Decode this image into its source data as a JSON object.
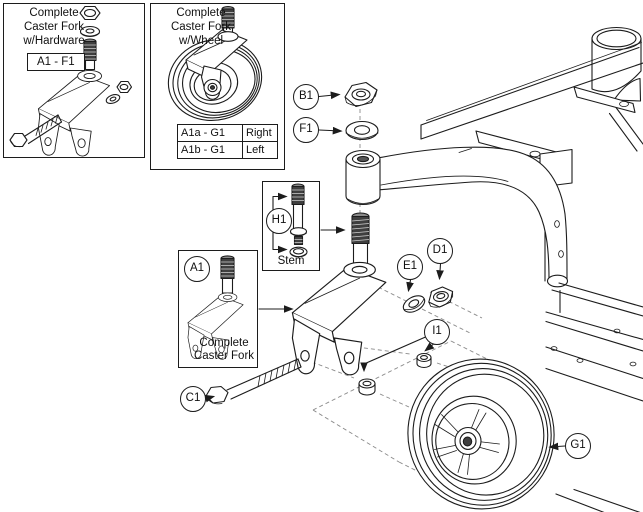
{
  "colors": {
    "background": "#ffffff",
    "line": "#1c1c1c",
    "thread_fill": "#3f3f3f"
  },
  "insets": {
    "hardware_kit": {
      "title_lines": [
        "Complete",
        "Caster Fork",
        "w/Hardware"
      ],
      "range_label": "A1 - F1"
    },
    "wheel_kit": {
      "title_lines": [
        "Complete",
        "Caster Fork",
        "w/Wheel"
      ],
      "table_rows": [
        {
          "part": "A1a - G1",
          "side": "Right"
        },
        {
          "part": "A1b - G1",
          "side": "Left"
        }
      ]
    },
    "stem_kit": {
      "callout": "H1",
      "caption": "Stem"
    },
    "fork_kit": {
      "callout": "A1",
      "caption_lines": [
        "Complete",
        "Caster Fork"
      ]
    }
  },
  "callouts": {
    "b1": "B1",
    "f1": "F1",
    "c1": "C1",
    "d1": "D1",
    "e1": "E1",
    "g1": "G1",
    "i1": "I1"
  }
}
